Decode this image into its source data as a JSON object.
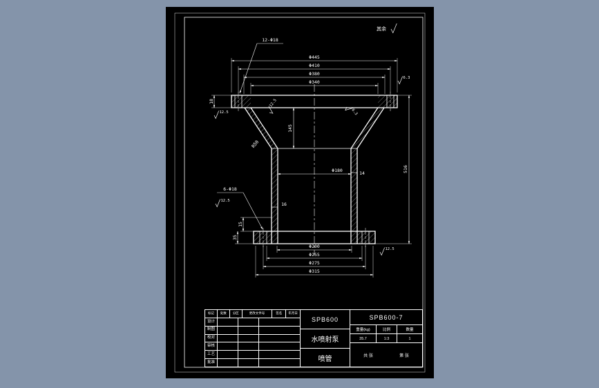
{
  "canvas": {
    "backdrop_color": "#8494aa",
    "sheet_color": "#000000",
    "line_color": "#ffffff"
  },
  "notes": {
    "other_surfaces": "其余"
  },
  "dimensions": {
    "top_bolt_note": "12-Φ18",
    "bottom_bolt_note": "6-Φ18",
    "dia_445": "Φ445",
    "dia_410": "Φ410",
    "dia_380": "Φ380",
    "dia_340": "Φ340",
    "dia_315": "Φ315",
    "dia_275": "Φ275",
    "dia_255": "Φ255",
    "dia_200": "Φ200",
    "dia_180": "Φ180",
    "overall_height": "516",
    "cone_height": "145",
    "wall_right": "14",
    "wall_left": "16",
    "flange_thickness": "18",
    "step_height": "15",
    "bottom_flange_thickness": "35",
    "cone_radius": "R50"
  },
  "roughness": {
    "cone_left": "12.5",
    "cone_right": "6.3",
    "lower_left": "12.5",
    "bottom_right": "12.5",
    "top_right": "6.3",
    "flange_left": "12.5"
  },
  "titleblock": {
    "model": "SPB600",
    "drawing_no": "SPB600-7",
    "product": "水喷射泵",
    "part": "喷管",
    "weight_label": "重量(kg)",
    "weight": "35.7",
    "scale_label": "比例",
    "scale": "1:3",
    "qty_label": "数量",
    "qty": "1",
    "sheet_total": "共 张",
    "sheet_no": "第 张",
    "rev_headers": [
      "标记",
      "处数",
      "分区",
      "更改文件号",
      "签名",
      "年月日"
    ],
    "staff_rows": [
      "设计",
      "制图",
      "校对",
      "审核",
      "工艺",
      "批准"
    ]
  }
}
